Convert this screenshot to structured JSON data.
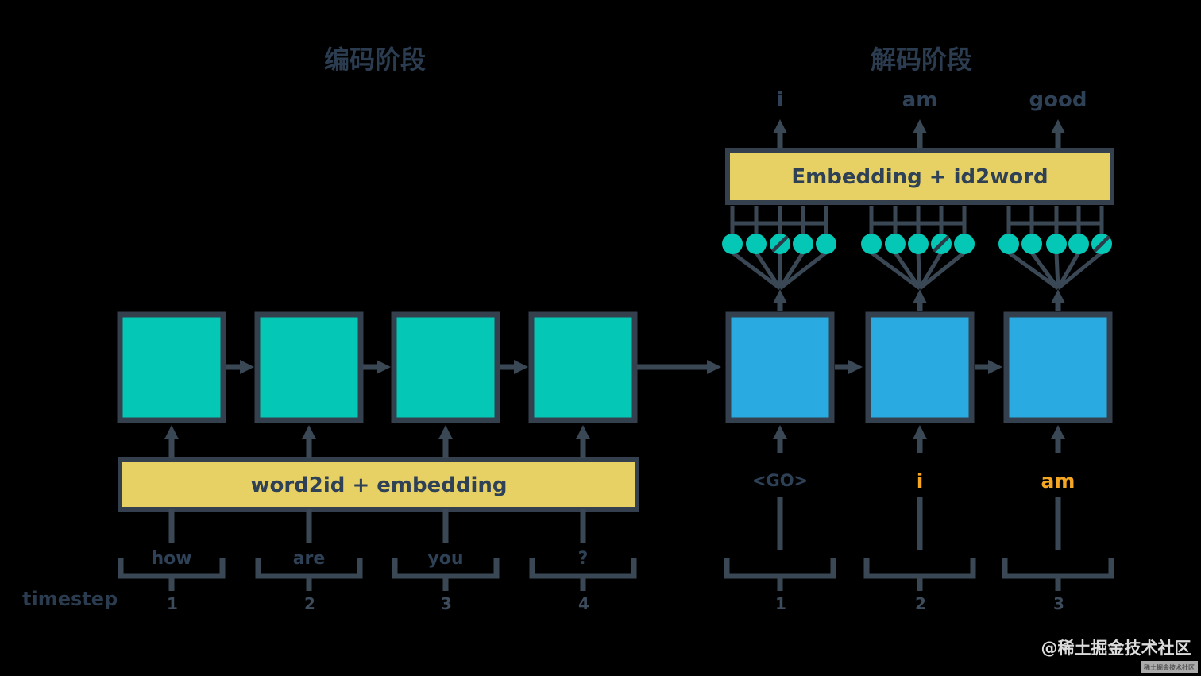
{
  "titles": {
    "encoder": "编码阶段",
    "decoder": "解码阶段"
  },
  "encoder": {
    "embedding_label": "word2id + embedding",
    "inputs": [
      "how",
      "are",
      "you",
      "?"
    ],
    "timesteps": [
      "1",
      "2",
      "3",
      "4"
    ]
  },
  "decoder": {
    "embedding_label": "Embedding + id2word",
    "outputs": [
      "i",
      "am",
      "good"
    ],
    "inputs": [
      "<GO>",
      "i",
      "am"
    ],
    "timesteps": [
      "1",
      "2",
      "3"
    ]
  },
  "axis": {
    "label": "timestep"
  },
  "watermark": {
    "text": "@稀土掘金技术社区",
    "badge": "稀土掘金技术社区"
  },
  "colors": {
    "background": "#000000",
    "encoder_cell": "#05c7b5",
    "decoder_cell": "#29abe2",
    "embedding_box": "#e8d164",
    "line": "#3a4754",
    "dark_text": "#2e4156",
    "highlight_text": "#f5a623",
    "circle": "#05c7b5",
    "watermark_text": "#dcdcdc"
  }
}
